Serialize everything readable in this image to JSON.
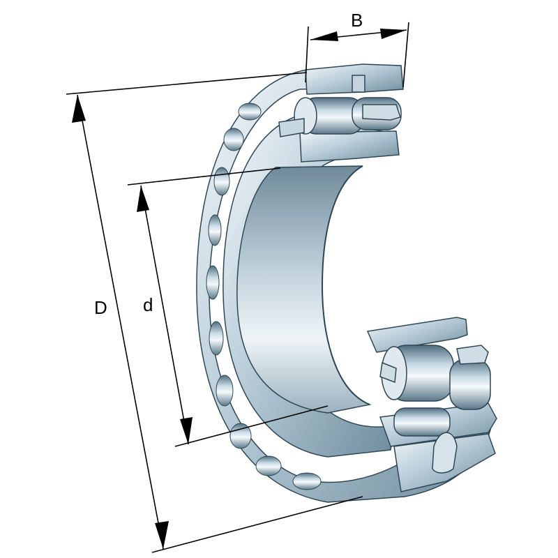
{
  "diagram": {
    "subject": "Spherical roller bearing, cutaway isometric view",
    "colors": {
      "background": "#ffffff",
      "dimension_line": "#000000",
      "steel_light": "#e8f0f5",
      "steel_mid": "#a9c0ce",
      "steel_dark": "#5b7a8c",
      "outline": "#2f4654"
    },
    "dimensions": {
      "B": {
        "label": "B",
        "meaning": "width"
      },
      "D": {
        "label": "D",
        "meaning": "outside diameter"
      },
      "d": {
        "label": "d",
        "meaning": "bore diameter"
      }
    }
  }
}
